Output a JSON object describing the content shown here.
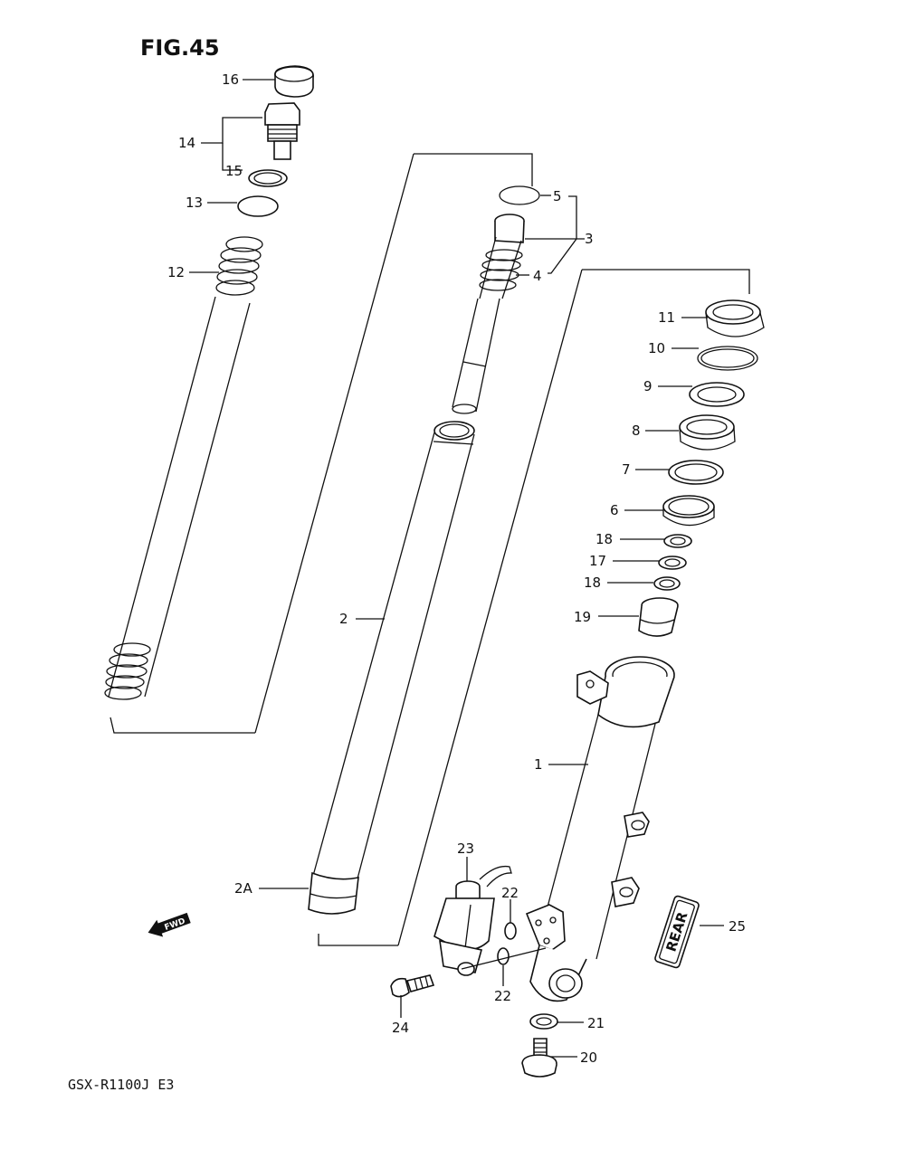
{
  "figure": {
    "title": "FIG.45",
    "model": "GSX-R1100J  E3",
    "fwd_badge": "FWD",
    "emblem_text": "REAR"
  },
  "callouts": [
    {
      "id": "16",
      "label": "16"
    },
    {
      "id": "14",
      "label": "14"
    },
    {
      "id": "15",
      "label": "15"
    },
    {
      "id": "13",
      "label": "13"
    },
    {
      "id": "12",
      "label": "12"
    },
    {
      "id": "5",
      "label": "5"
    },
    {
      "id": "3",
      "label": "3"
    },
    {
      "id": "4",
      "label": "4"
    },
    {
      "id": "11",
      "label": "11"
    },
    {
      "id": "10",
      "label": "10"
    },
    {
      "id": "9",
      "label": "9"
    },
    {
      "id": "8",
      "label": "8"
    },
    {
      "id": "7",
      "label": "7"
    },
    {
      "id": "6",
      "label": "6"
    },
    {
      "id": "18a",
      "label": "18"
    },
    {
      "id": "17",
      "label": "17"
    },
    {
      "id": "18b",
      "label": "18"
    },
    {
      "id": "19",
      "label": "19"
    },
    {
      "id": "2",
      "label": "2"
    },
    {
      "id": "1",
      "label": "1"
    },
    {
      "id": "23",
      "label": "23"
    },
    {
      "id": "22a",
      "label": "22"
    },
    {
      "id": "2A",
      "label": "2A"
    },
    {
      "id": "25",
      "label": "25"
    },
    {
      "id": "22b",
      "label": "22"
    },
    {
      "id": "24",
      "label": "24"
    },
    {
      "id": "21",
      "label": "21"
    },
    {
      "id": "20",
      "label": "20"
    }
  ]
}
